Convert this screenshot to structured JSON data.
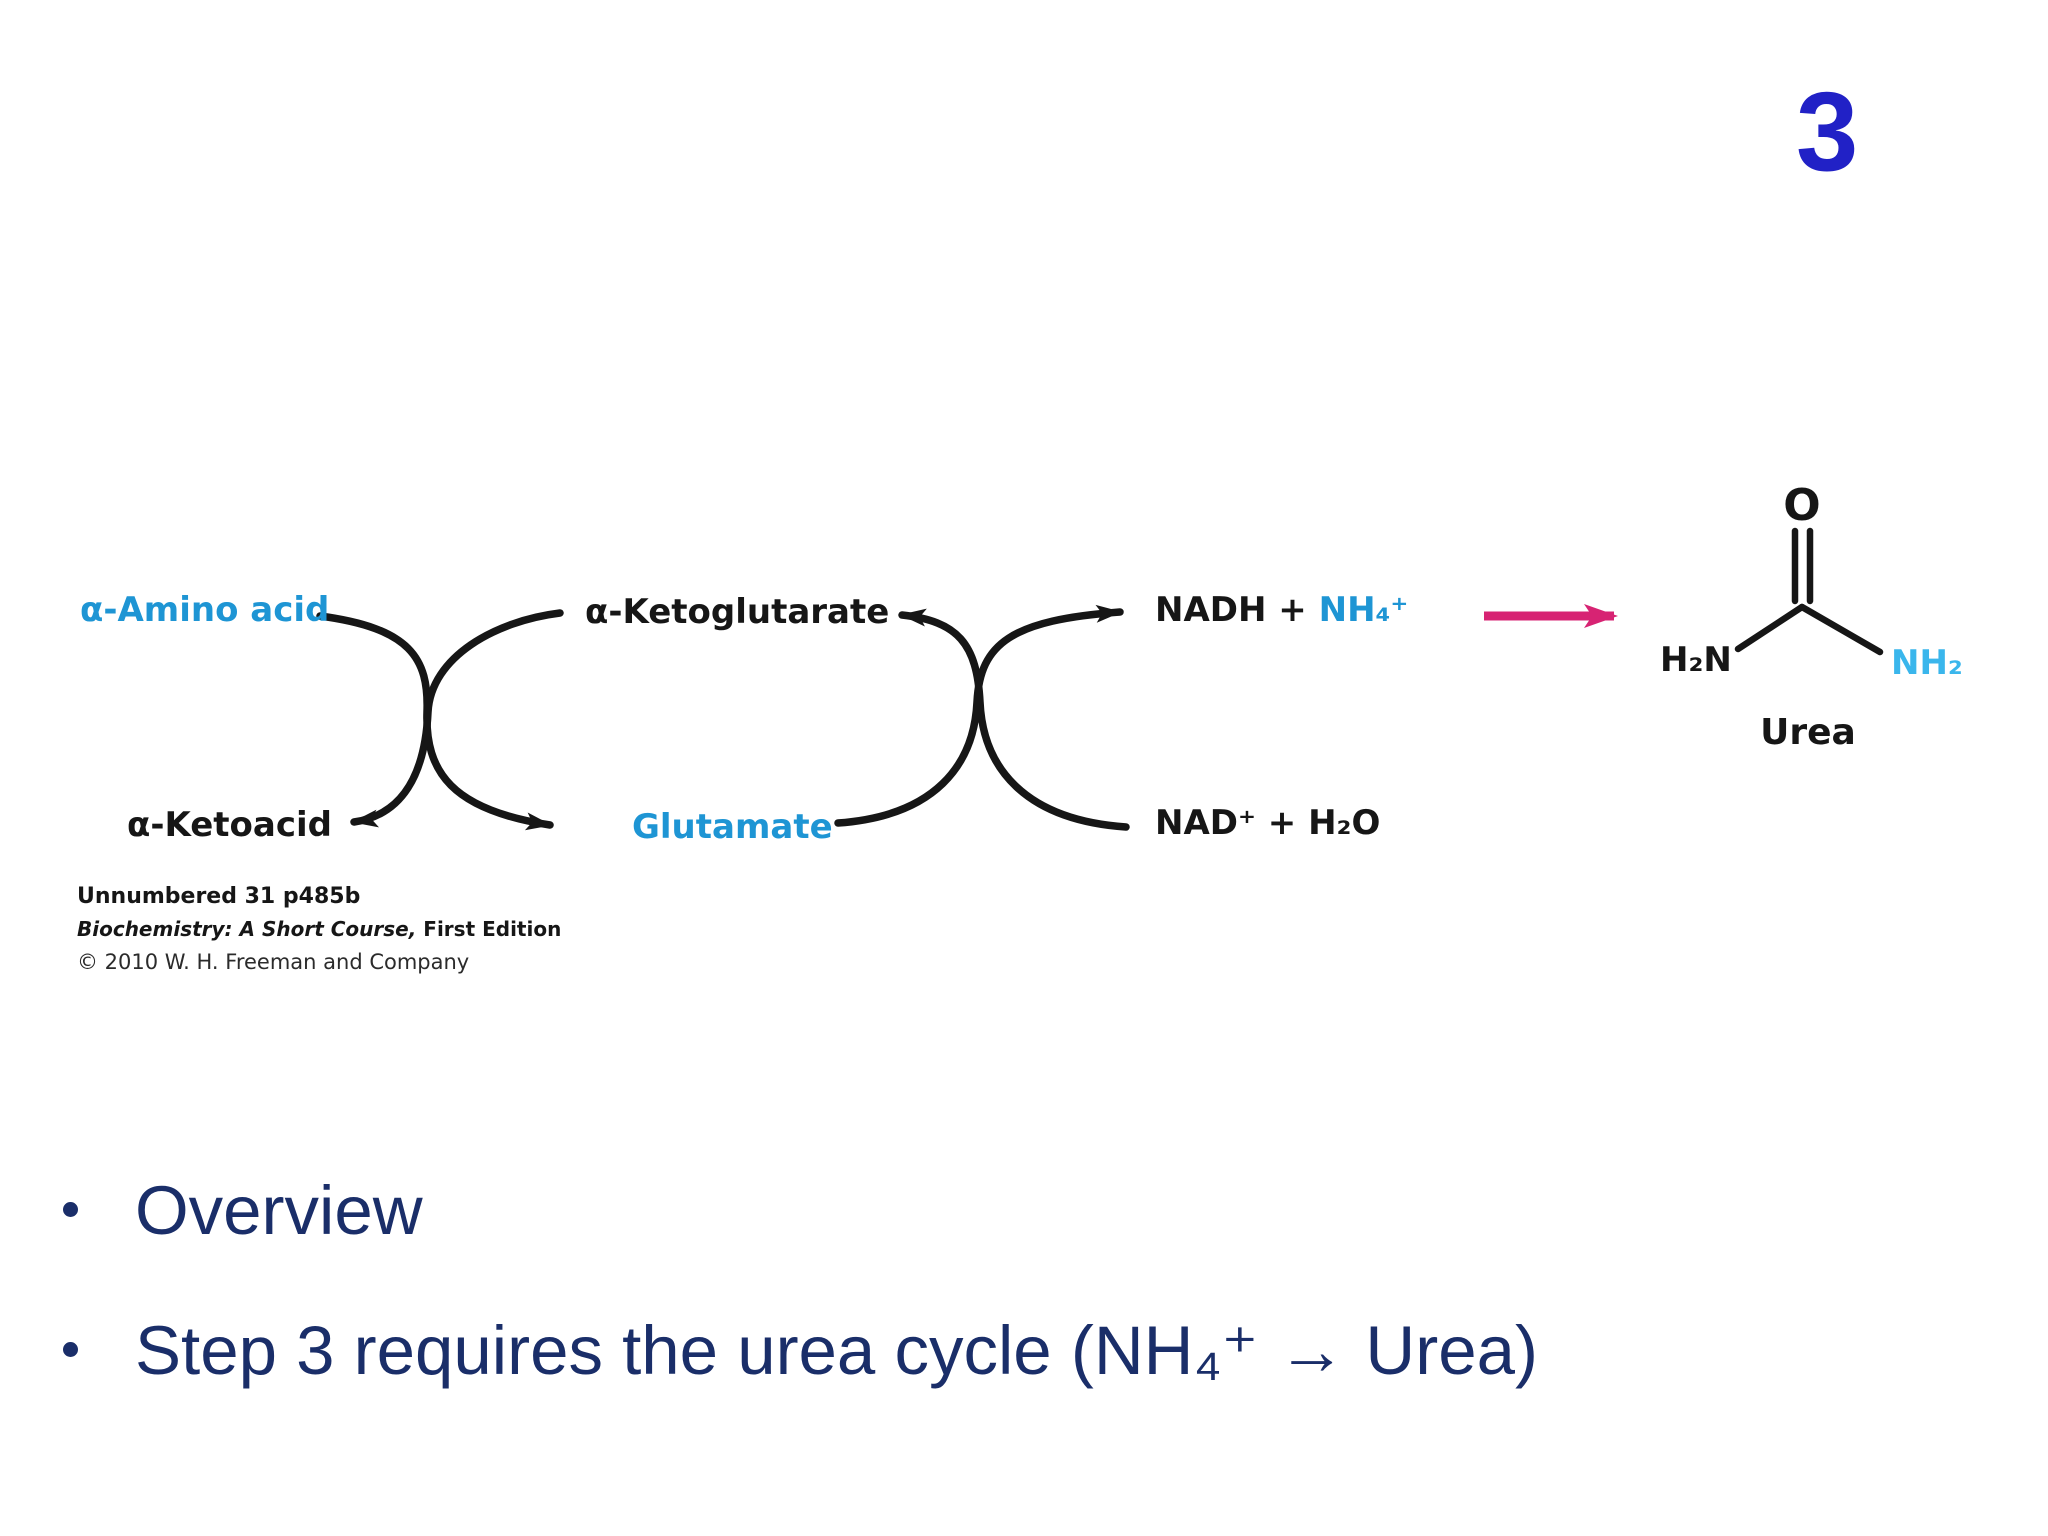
{
  "page_number": "3",
  "diagram": {
    "labels": {
      "amino_acid": "α-Amino acid",
      "keto_acid": "α-Ketoacid",
      "ketoglutarate": "α-Ketoglutarate",
      "glutamate": "Glutamate",
      "nadh_prefix": "NADH + ",
      "nh4": "NH₄⁺",
      "nad_h2o": "NAD⁺ + H₂O"
    },
    "urea_structure": {
      "oxygen": "O",
      "left_group": "H₂N",
      "right_group": "NH₂",
      "caption": "Urea"
    },
    "colors": {
      "label_cyan": "#1E95D4",
      "nh2_cyan": "#3AB6EC",
      "ink_black": "#161616",
      "arrow_pink": "#D72373"
    }
  },
  "citation": {
    "line1": "Unnumbered 31 p485b",
    "line2_italic": "Biochemistry: A Short Course,",
    "line2_rest": " First Edition",
    "line3": "© 2010 W. H. Freeman and Company"
  },
  "bullets": [
    {
      "text": "Overview"
    },
    {
      "text": "Step 3 requires the urea cycle (NH₄⁺ → Urea)"
    }
  ],
  "theme": {
    "page_number_color": "#2121C6",
    "bullet_color": "#1A2E69"
  }
}
